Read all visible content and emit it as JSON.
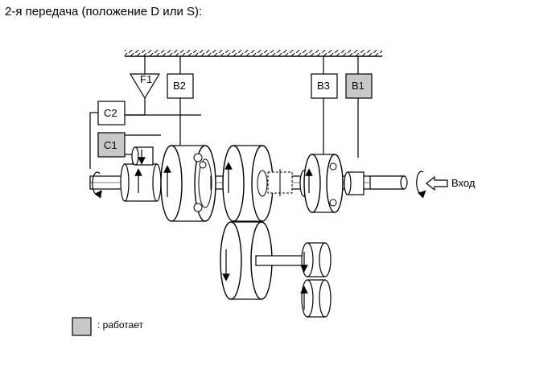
{
  "title": "2-я передача (положение D или S):",
  "labels": {
    "f1": "F1",
    "b2": "B2",
    "b3": "B3",
    "b1": "B1",
    "c2": "C2",
    "c1": "C1",
    "input": "Вход"
  },
  "legend": {
    "text": ": работает"
  },
  "colors": {
    "active": "#c8c8c8",
    "inactive": "#ffffff",
    "line": "#000000"
  },
  "active_elements": [
    "B1",
    "C1"
  ]
}
